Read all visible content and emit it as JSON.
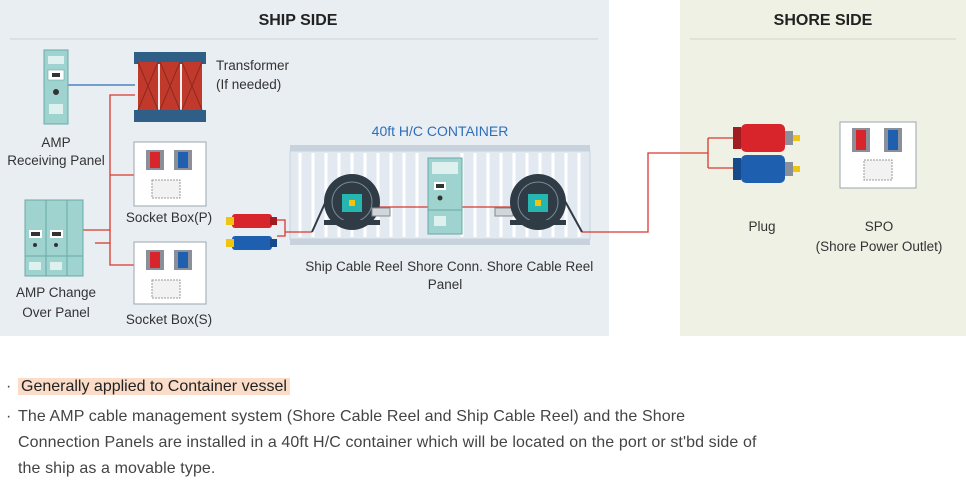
{
  "ship_side": {
    "title": "SHIP SIDE"
  },
  "shore_side": {
    "title": "SHORE SIDE"
  },
  "container": {
    "title": "40ft H/C CONTAINER"
  },
  "labels": {
    "transformer_1": "Transformer",
    "transformer_2": "(If needed)",
    "amp_receiving_1": "AMP",
    "amp_receiving_2": "Receiving Panel",
    "amp_change_1": "AMP Change",
    "amp_change_2": "Over Panel",
    "socket_box_p": "Socket Box(P)",
    "socket_box_s": "Socket Box(S)",
    "ship_cable_reel": "Ship Cable Reel",
    "shore_conn_1": "Shore Conn.",
    "shore_conn_2": "Panel",
    "shore_cable_reel": "Shore Cable Reel",
    "plug": "Plug",
    "spo_1": "SPO",
    "spo_2": "(Shore Power Outlet)"
  },
  "notes": {
    "bullet": "·",
    "highlight": "Generally applied to Container vessel",
    "paragraph": "The AMP cable management system (Shore Cable Reel and Ship Cable Reel) and the Shore Connection Panels are installed in a 40ft H/C container which will be located on the port or st'bd side of the ship as a movable type."
  },
  "colors": {
    "ship_bg": "#e9eef3",
    "shore_bg": "#eef1e3",
    "container_fill": "#dfe6ee",
    "panel_teal": "#9fd3cf",
    "cable_red": "#d9382e",
    "cable_blue": "#2f6fb8",
    "plug_red": "#d8252b",
    "plug_blue": "#1f5fb0",
    "transformer": "#c0392b"
  }
}
